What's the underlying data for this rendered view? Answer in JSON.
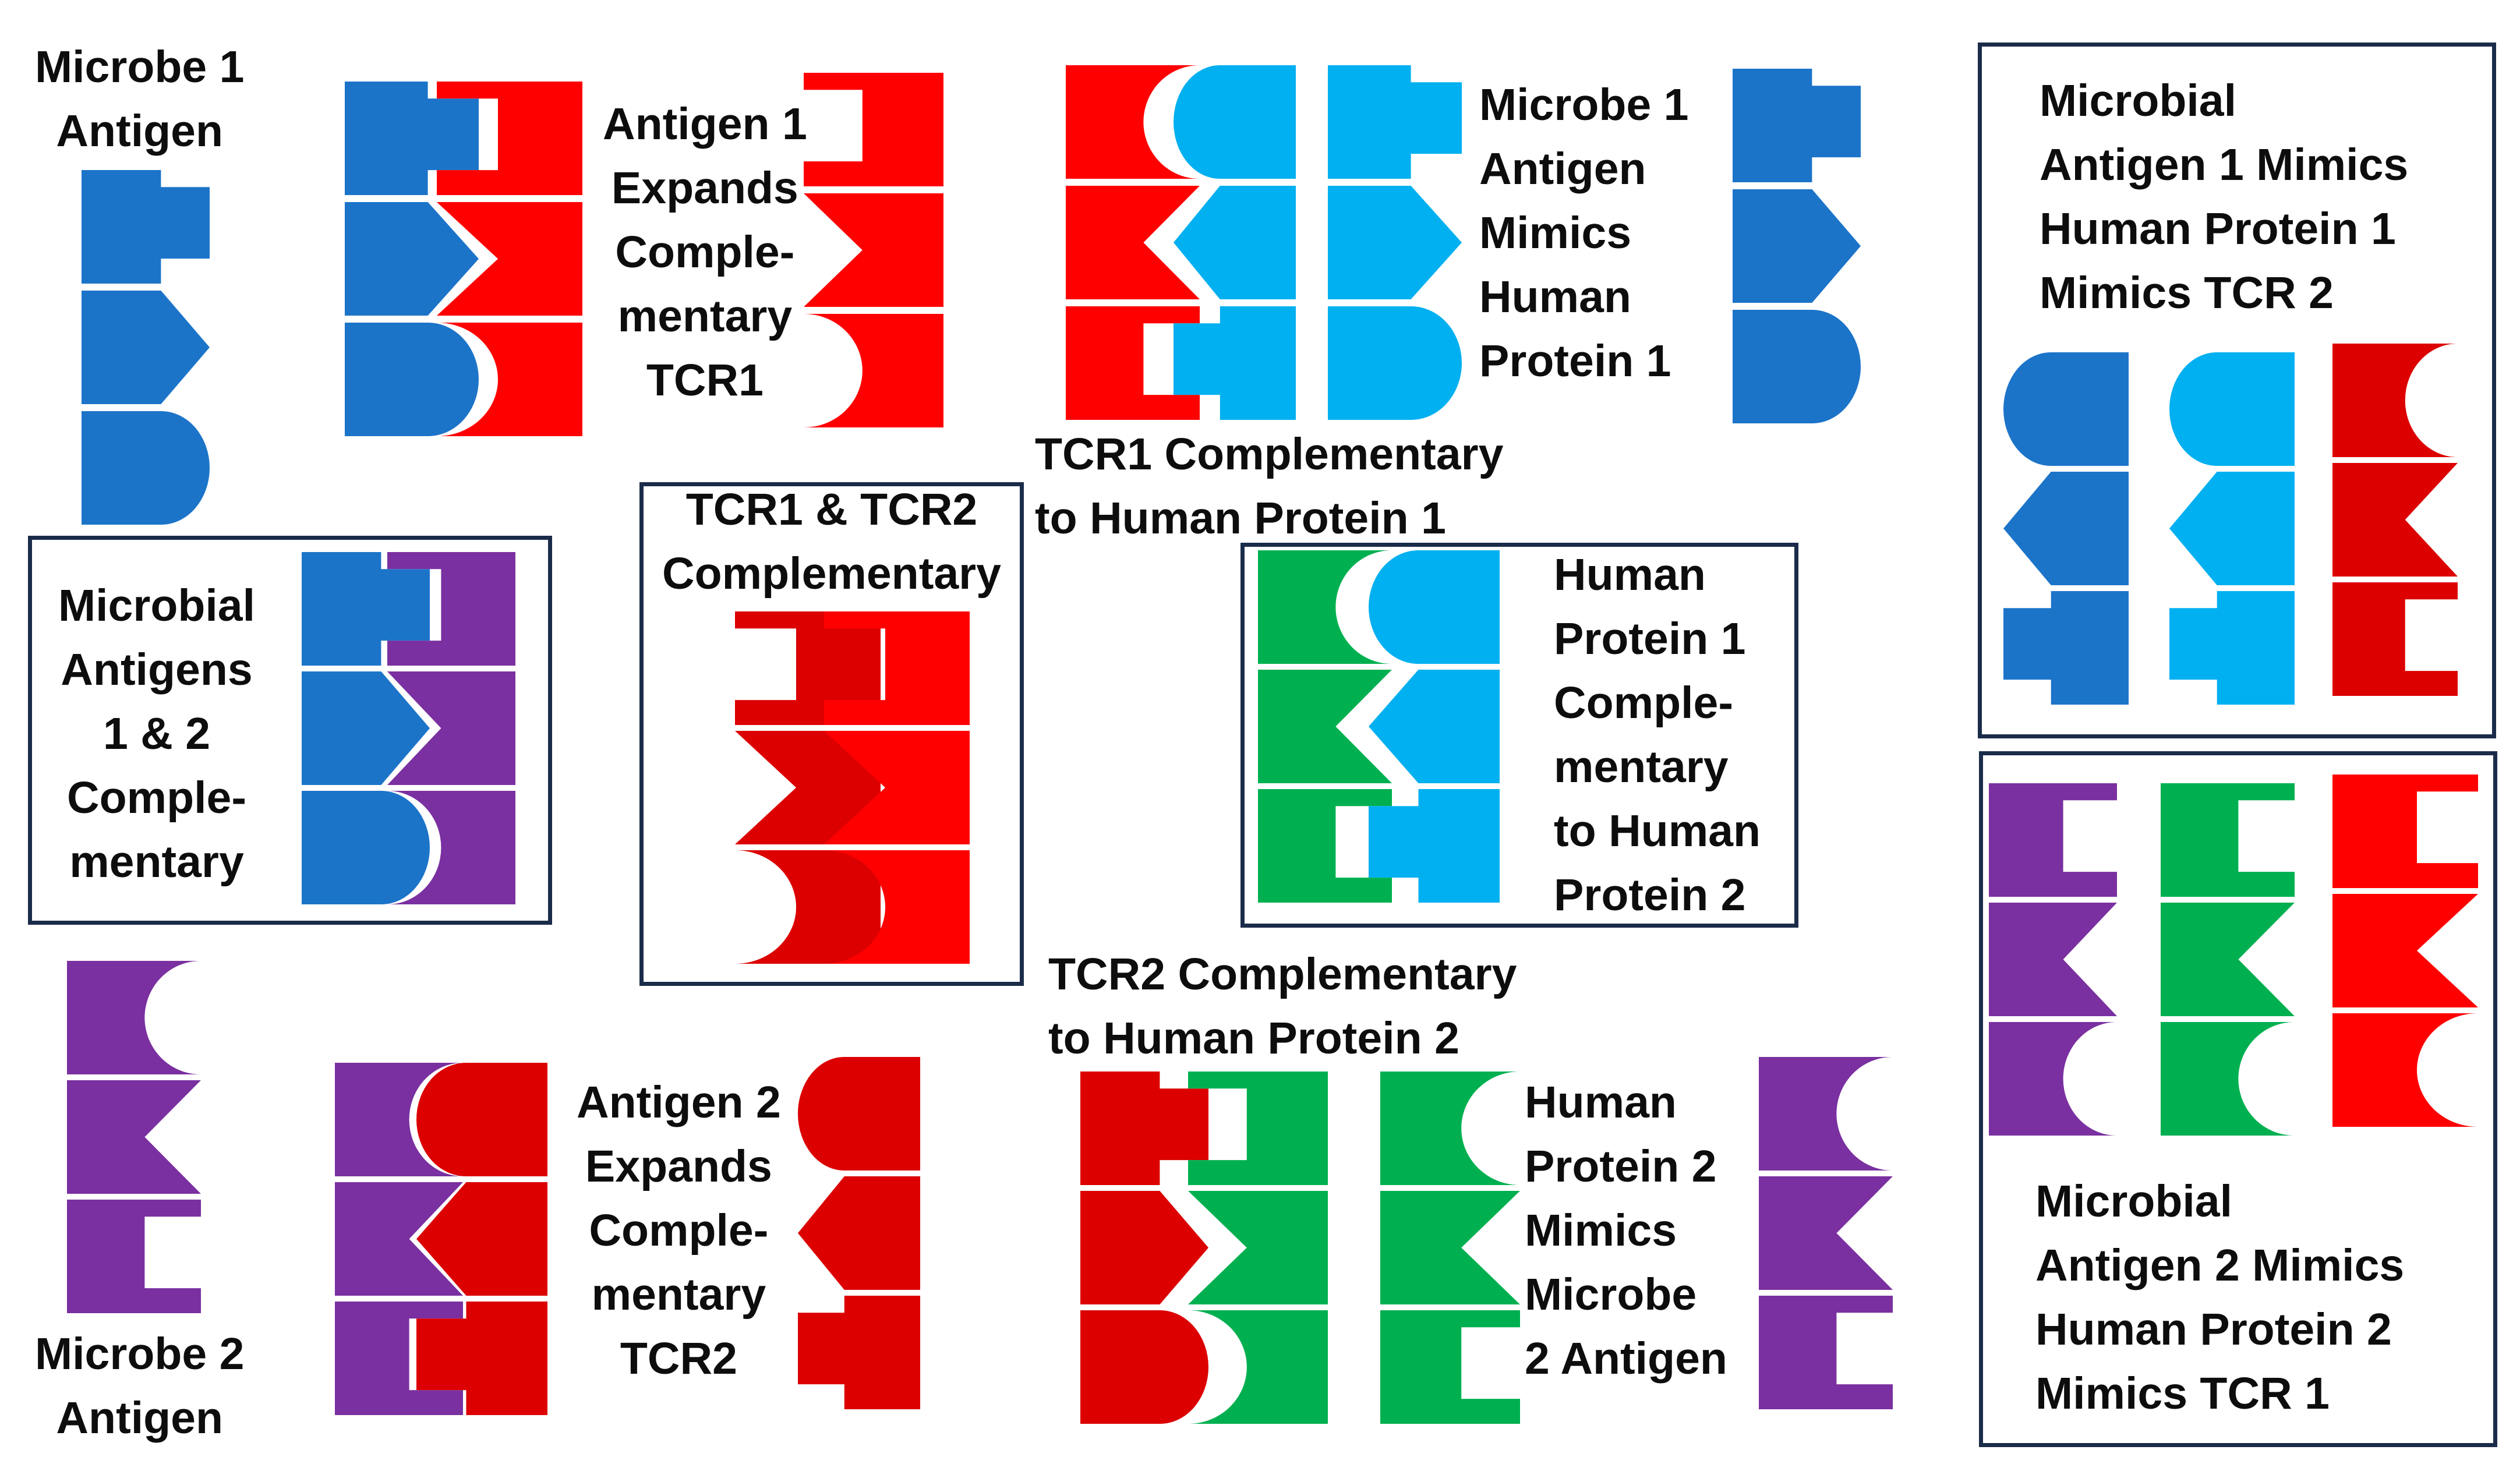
{
  "colors": {
    "blue": "#1c74c9",
    "cyan": "#00b0f0",
    "red": "#ff0000",
    "darkred": "#dc0000",
    "purple": "#7a30a0",
    "green": "#00b050",
    "frame": "#1b2c4a",
    "text": "#0d0d0d"
  },
  "shape_key": {
    "top": "square-tab",
    "middle": "arrow-point",
    "bottom": "round-bump"
  },
  "labels": {
    "microbe1_antigen": [
      "Microbe 1",
      "Antigen"
    ],
    "antigen1_expands": [
      "Antigen 1",
      "Expands",
      "Comple-",
      "mentary",
      "TCR1"
    ],
    "microbe1_mimics": [
      "Microbe 1",
      "Antigen",
      "Mimics",
      "Human",
      "Protein 1"
    ],
    "tcr1_comp_hp1": [
      "TCR1 Complementary",
      "to Human Protein 1"
    ],
    "box_top_right": [
      "Microbial",
      "Antigen 1 Mimics",
      "Human Protein 1",
      "Mimics TCR 2"
    ],
    "microbial_1_2": [
      "Microbial",
      "Antigens",
      "1 & 2",
      "Comple-",
      "mentary"
    ],
    "tcr1_tcr2": [
      "TCR1 & TCR2",
      "Complementary"
    ],
    "hp1_comp_hp2": [
      "Human",
      "Protein 1",
      "Comple-",
      "mentary",
      "to Human",
      "Protein 2"
    ],
    "tcr2_comp_hp2": [
      "TCR2 Complementary",
      "to Human Protein 2"
    ],
    "antigen2_expands": [
      "Antigen 2",
      "Expands",
      "Comple-",
      "mentary",
      "TCR2"
    ],
    "hp2_mimics": [
      "Human",
      "Protein 2",
      "Mimics",
      "Microbe",
      "2 Antigen"
    ],
    "microbe2_antigen": [
      "Microbe 2",
      "Antigen"
    ],
    "box_bottom_right": [
      "Microbial",
      "Antigen 2 Mimics",
      "Human Protein 2",
      "Mimics TCR 1"
    ]
  }
}
